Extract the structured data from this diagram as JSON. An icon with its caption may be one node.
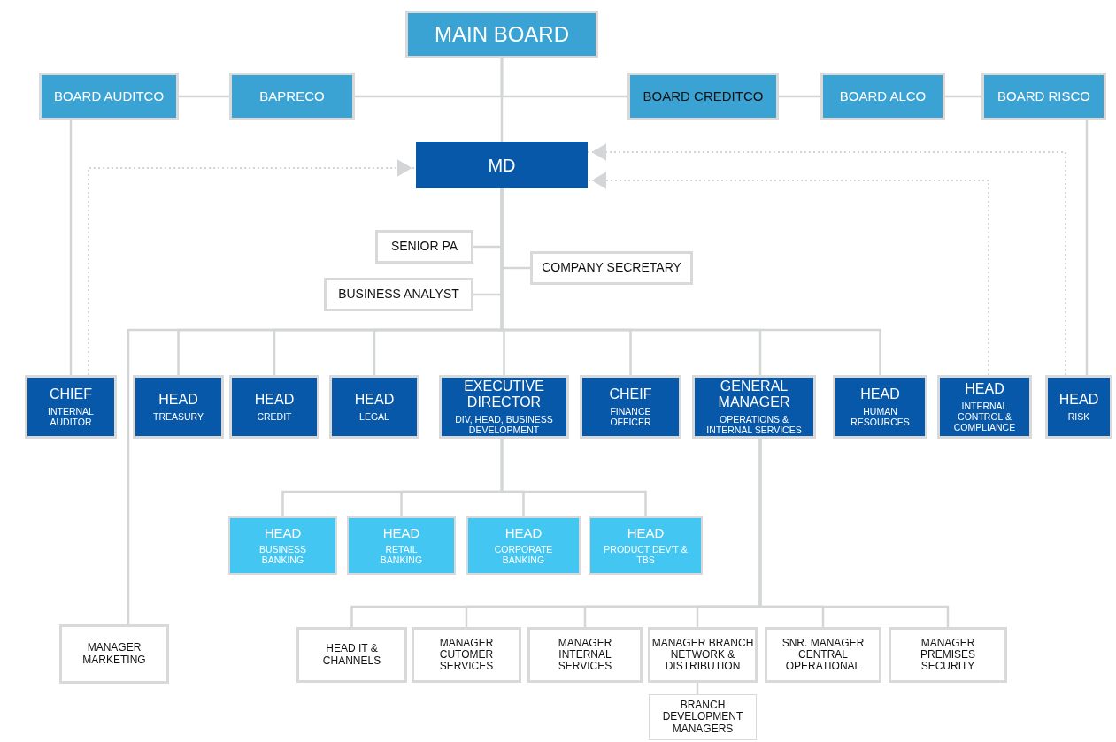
{
  "diagram": {
    "nodes": [
      {
        "text": [
          "MAIN BOARD"
        ]
      },
      {
        "text": [
          "BOARD AUDITCO"
        ]
      },
      {
        "text": [
          "BAPRECO"
        ]
      },
      {
        "text": [
          "BOARD CREDITCO"
        ]
      },
      {
        "text": [
          "BOARD ALCO"
        ]
      },
      {
        "text": [
          "BOARD RISCO"
        ]
      },
      {
        "text": [
          "MD"
        ]
      },
      {
        "text": [
          "SENIOR PA"
        ]
      },
      {
        "text": [
          "COMPANY SECRETARY"
        ]
      },
      {
        "text": [
          "BUSINESS ANALYST"
        ]
      },
      {
        "text": [
          "CHIEF",
          "INTERNAL AUDITOR"
        ]
      },
      {
        "text": [
          "HEAD",
          "TREASURY"
        ]
      },
      {
        "text": [
          "HEAD",
          "CREDIT"
        ]
      },
      {
        "text": [
          "HEAD",
          "LEGAL"
        ]
      },
      {
        "text": [
          "EXECUTIVE DIRECTOR",
          "DIV, HEAD, BUSINESS DEVELOPMENT"
        ]
      },
      {
        "text": [
          "CHEIF",
          "FINANCE OFFICER"
        ]
      },
      {
        "text": [
          "GENERAL MANAGER",
          "OPERATIONS & INTERNAL SERVICES"
        ]
      },
      {
        "text": [
          "HEAD",
          "HUMAN RESOURCES"
        ]
      },
      {
        "text": [
          "HEAD",
          "INTERNAL CONTROL & COMPLIANCE"
        ]
      },
      {
        "text": [
          "HEAD",
          "RISK"
        ]
      },
      {
        "text": [
          "HEAD",
          "BUSINESS BANKING"
        ]
      },
      {
        "text": [
          "HEAD",
          "RETAIL BANKING"
        ]
      },
      {
        "text": [
          "HEAD",
          "CORPORATE BANKING"
        ]
      },
      {
        "text": [
          "HEAD",
          "PRODUCT DEV'T & TBS"
        ]
      },
      {
        "text": [
          "MANAGER MARKETING"
        ]
      },
      {
        "text": [
          "HEAD IT & CHANNELS"
        ]
      },
      {
        "text": [
          "MANAGER CUTOMER SERVICES"
        ]
      },
      {
        "text": [
          "MANAGER INTERNAL SERVICES"
        ]
      },
      {
        "text": [
          "MANAGER BRANCH NETWORK & DISTRIBUTION"
        ]
      },
      {
        "text": [
          "SNR. MANAGER CENTRAL OPERATIONAL"
        ]
      },
      {
        "text": [
          "MANAGER PREMISES SECURITY"
        ]
      },
      {
        "text": [
          "BRANCH DEVELOPMENT MANAGERS"
        ]
      }
    ],
    "edges": [
      {
        "from": 0,
        "to": 2,
        "arrow": "none"
      },
      {
        "from": 0,
        "to": 3,
        "arrow": "none"
      },
      {
        "from": 1,
        "to": 2,
        "arrow": "none"
      },
      {
        "from": 3,
        "to": 4,
        "arrow": "none"
      },
      {
        "from": 4,
        "to": 5,
        "arrow": "none"
      },
      {
        "from": 0,
        "to": 6,
        "arrow": "none"
      },
      {
        "from": 1,
        "to": 10,
        "arrow": "none"
      },
      {
        "from": 5,
        "to": 19,
        "arrow": "none"
      },
      {
        "from": 10,
        "to": 6,
        "arrow": "to",
        "style": "dashed"
      },
      {
        "from": 19,
        "to": 6,
        "arrow": "to",
        "style": "dashed"
      },
      {
        "from": 18,
        "to": 6,
        "arrow": "to",
        "style": "dashed"
      },
      {
        "from": 6,
        "to": 7,
        "arrow": "none"
      },
      {
        "from": 6,
        "to": 8,
        "arrow": "none"
      },
      {
        "from": 6,
        "to": 9,
        "arrow": "none"
      },
      {
        "from": 6,
        "to": 24,
        "arrow": "none"
      },
      {
        "from": 6,
        "to": 11,
        "arrow": "none"
      },
      {
        "from": 6,
        "to": 12,
        "arrow": "none"
      },
      {
        "from": 6,
        "to": 13,
        "arrow": "none"
      },
      {
        "from": 6,
        "to": 14,
        "arrow": "none"
      },
      {
        "from": 6,
        "to": 15,
        "arrow": "none"
      },
      {
        "from": 6,
        "to": 16,
        "arrow": "none"
      },
      {
        "from": 6,
        "to": 17,
        "arrow": "none"
      },
      {
        "from": 14,
        "to": 20,
        "arrow": "none"
      },
      {
        "from": 14,
        "to": 21,
        "arrow": "none"
      },
      {
        "from": 14,
        "to": 22,
        "arrow": "none"
      },
      {
        "from": 14,
        "to": 23,
        "arrow": "none"
      },
      {
        "from": 16,
        "to": 25,
        "arrow": "none"
      },
      {
        "from": 16,
        "to": 26,
        "arrow": "none"
      },
      {
        "from": 16,
        "to": 27,
        "arrow": "none"
      },
      {
        "from": 16,
        "to": 28,
        "arrow": "none"
      },
      {
        "from": 16,
        "to": 29,
        "arrow": "none"
      },
      {
        "from": 16,
        "to": 30,
        "arrow": "none"
      },
      {
        "from": 28,
        "to": 31,
        "arrow": "none"
      }
    ]
  }
}
